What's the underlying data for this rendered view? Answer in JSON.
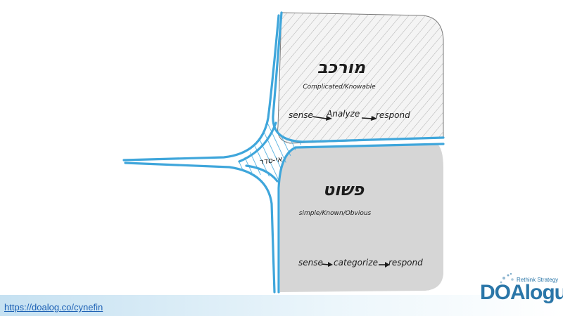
{
  "colors": {
    "accent_blue": "#3fa6db",
    "panel_grey": "#d6d6d6",
    "hatch": "#9a9a9a",
    "link": "#1a5fb4",
    "logo": "#2a76a8"
  },
  "complicated": {
    "title_he": "מורכב",
    "subtitle": "Complicated/Knowable",
    "step1": "sense",
    "step2": "Analyze",
    "step3": "respond"
  },
  "simple": {
    "title_he": "פשוט",
    "subtitle": "simple/Known/Obvious",
    "step1": "sense",
    "step2": "categorize",
    "step3": "respond"
  },
  "disorder": {
    "label_he": "אי-סדר"
  },
  "footer": {
    "link_text": "https://doalog.co/cynefin"
  },
  "logo": {
    "text": "DOAlogue",
    "tagline": "Rethink Strategy"
  }
}
